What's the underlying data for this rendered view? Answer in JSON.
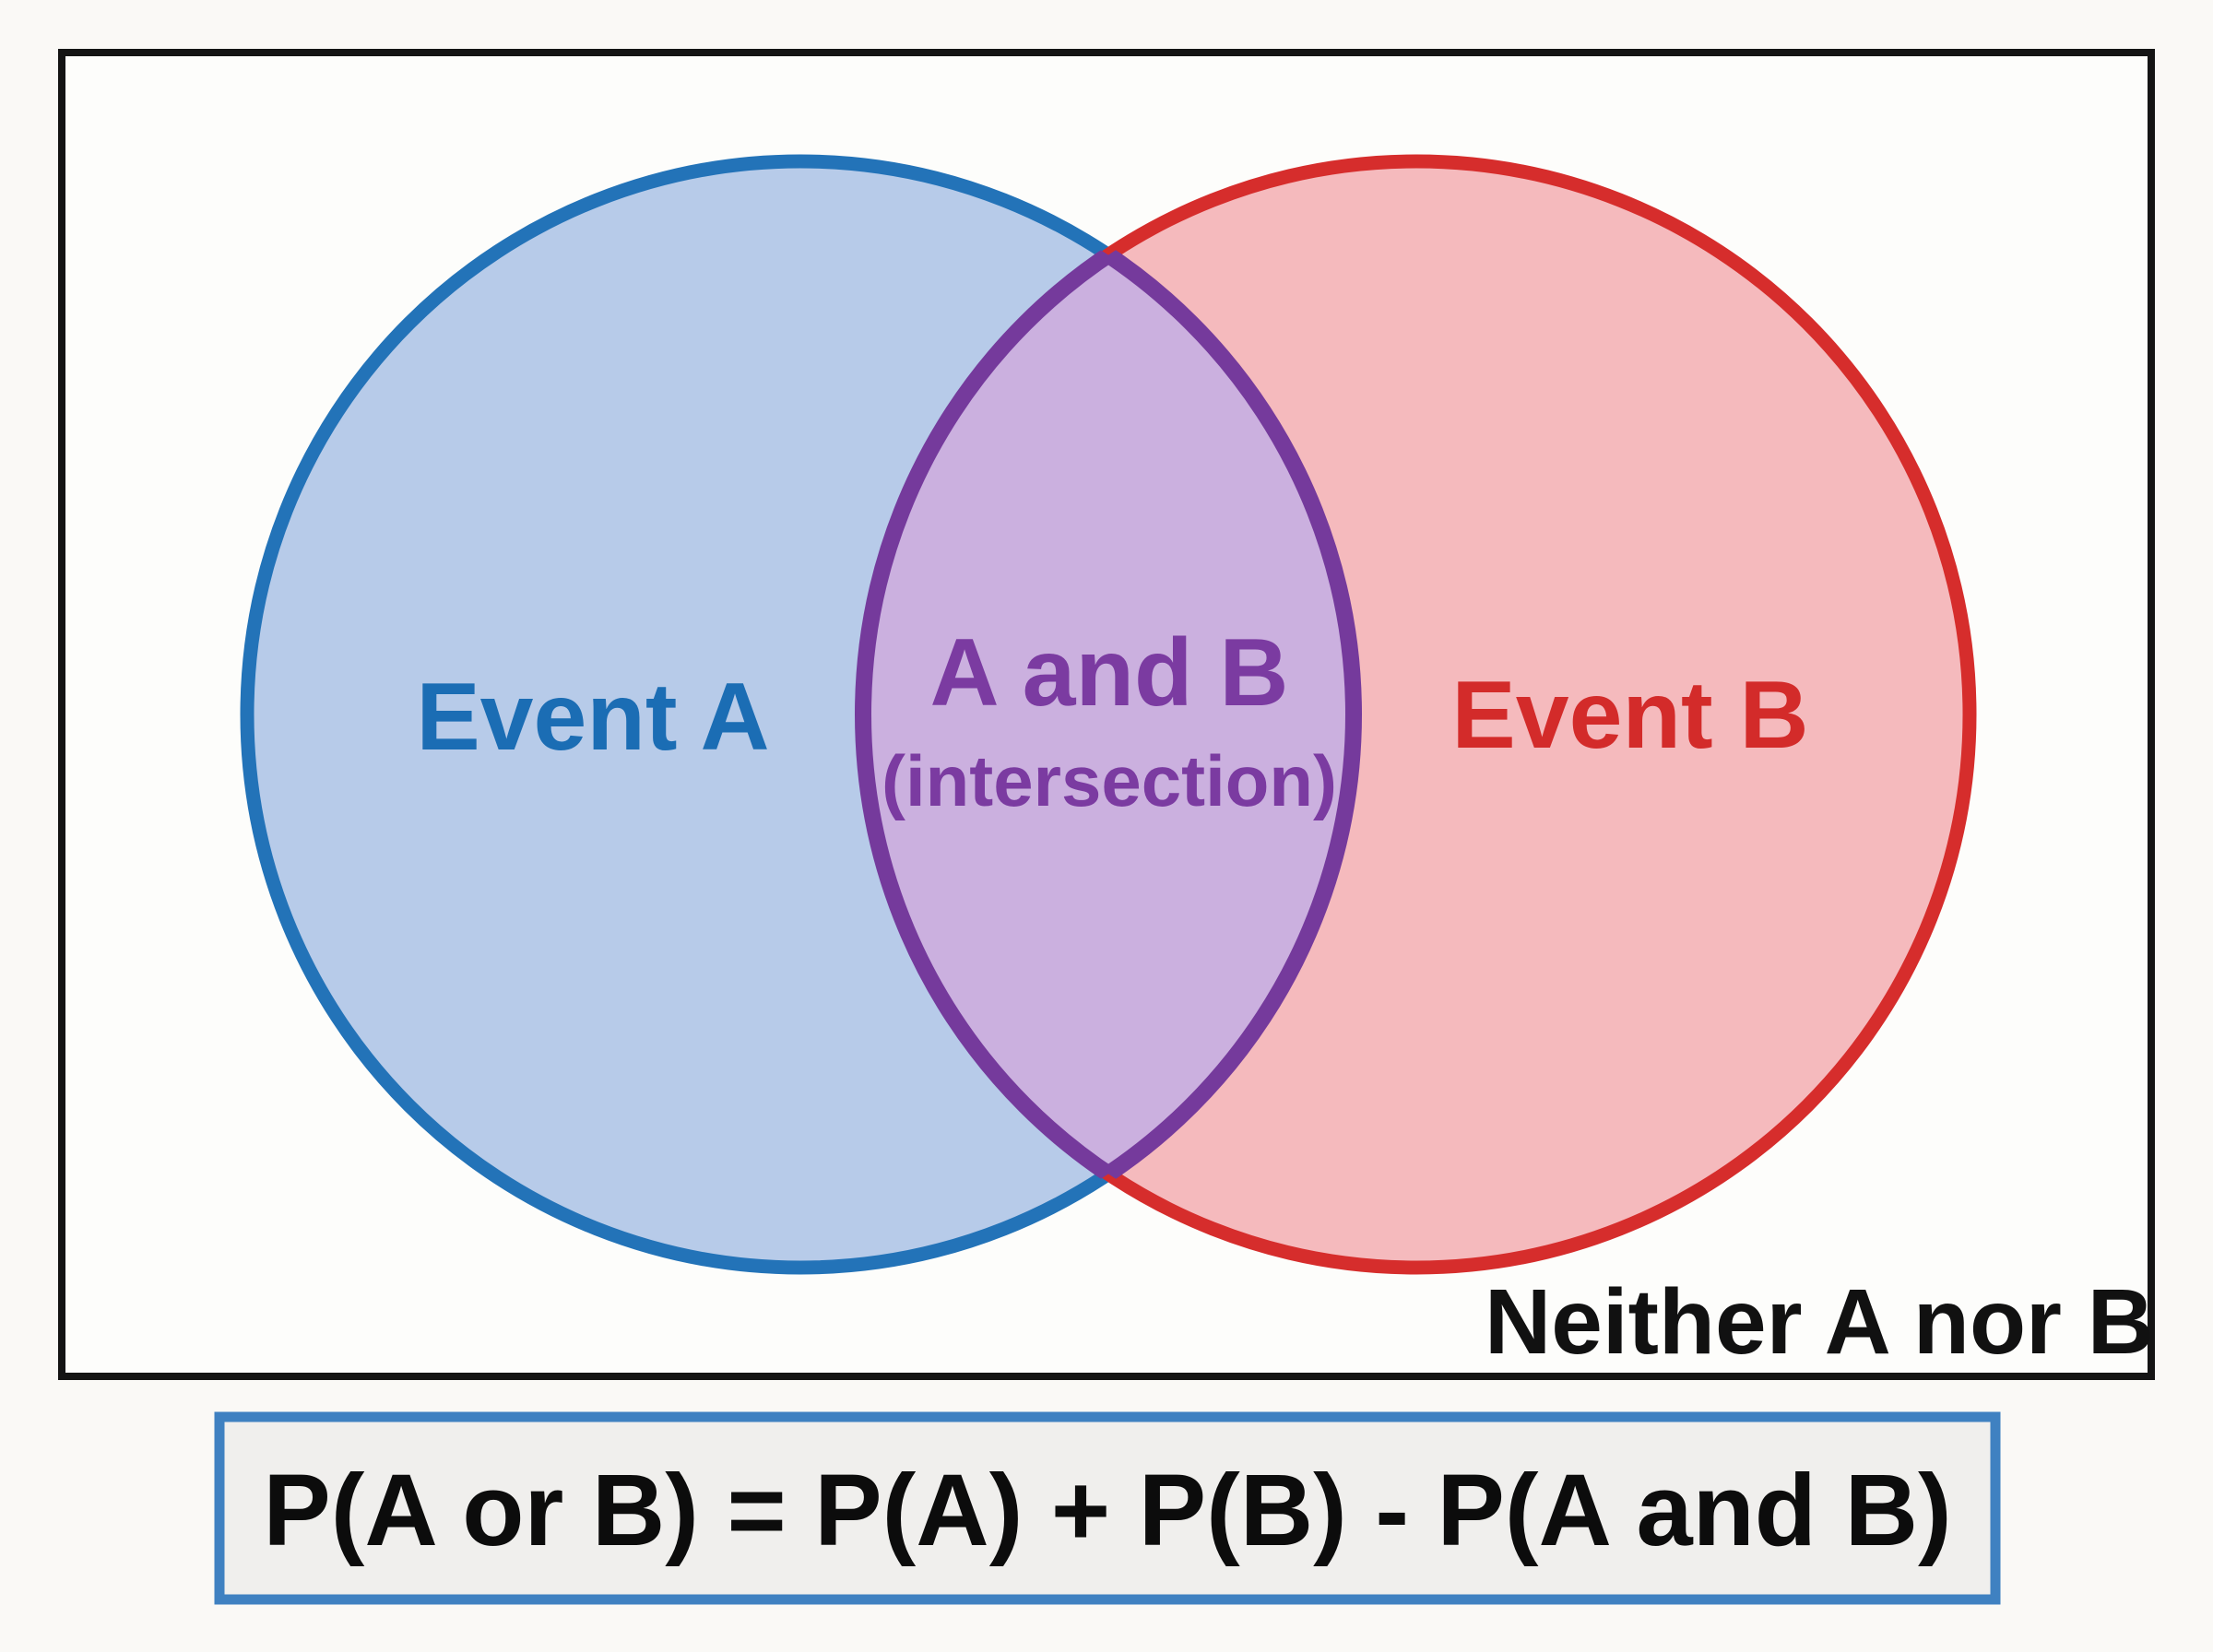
{
  "diagram": {
    "type": "venn-two-set-probability",
    "labels": {
      "event_a": "Event A",
      "event_b": "Event B",
      "intersection_line1": "A and B",
      "intersection_line2": "(intersection)",
      "outside": "Neither A nor B"
    },
    "formula": {
      "text": "P(A or B) = P(A) + P(B) - P(A and B)"
    },
    "colors": {
      "event_a_fill": "#b7cbe9",
      "event_a_stroke": "#2373b8",
      "event_a_text": "#1b6db4",
      "event_b_fill": "#f5babd",
      "event_b_stroke": "#d62d2c",
      "event_b_text": "#d32b2a",
      "intersection_fill": "#cbb0df",
      "intersection_stroke": "#753a9c",
      "intersection_text": "#7b3ba1",
      "outside_text": "#111111",
      "sample_space_fill": "#fdfdfb",
      "sample_space_border": "#141414",
      "formula_bg": "#f0efed",
      "formula_border": "#3f81c1",
      "formula_text": "#0c0c0c"
    }
  }
}
